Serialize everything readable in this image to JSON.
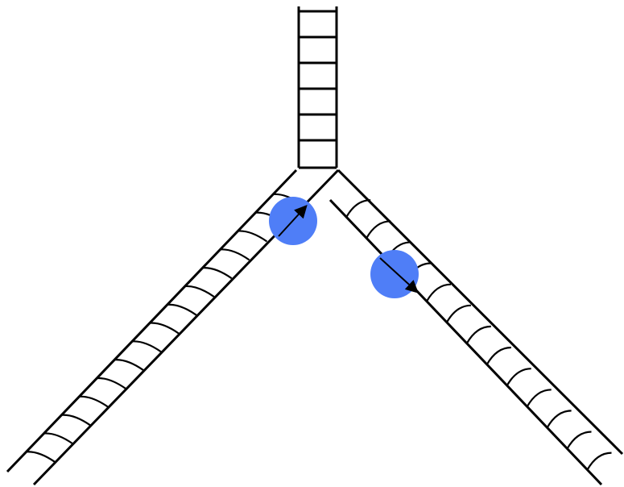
{
  "diagram": {
    "description_visible_text": "",
    "colors": {
      "background": "#ffffff",
      "ladder": "#000000",
      "particle": "#4f7ef7",
      "arrow": "#000000"
    },
    "branches": [
      {
        "name": "top",
        "icon": "straight-ladder"
      },
      {
        "name": "left",
        "icon": "ladder"
      },
      {
        "name": "right",
        "icon": "ladder"
      }
    ],
    "particles": [
      {
        "name": "left-branch-particle",
        "direction": "toward-junction"
      },
      {
        "name": "right-branch-particle",
        "direction": "away-from-junction"
      }
    ]
  }
}
